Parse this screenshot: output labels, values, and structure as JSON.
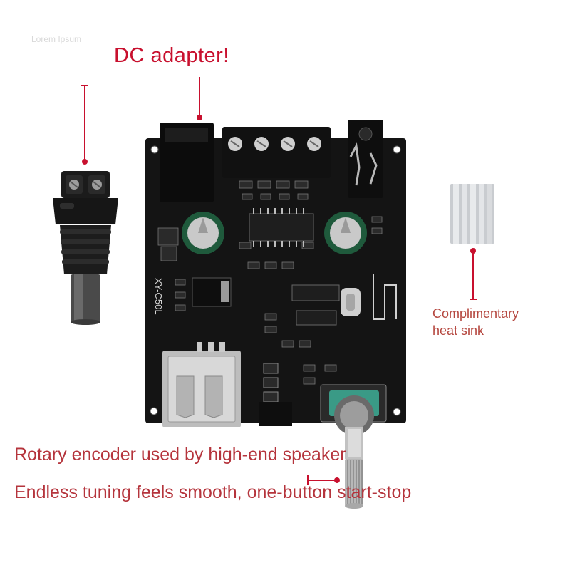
{
  "watermark": "Lorem Ipsum",
  "title": "DC adapter!",
  "heat_sink": {
    "line1": "Complimentary",
    "line2": "heat sink"
  },
  "board_label": "XY-C50L",
  "captions": {
    "line1": "Rotary encoder used by high-end speaker",
    "line2": "Endless tuning feels smooth, one-button start-stop"
  },
  "colors": {
    "accent": "#c8102e",
    "caption": "#b5343c",
    "pcb": "#141414",
    "capacitor": "#1f5a3c",
    "encoder_body": "#3a9a86"
  }
}
